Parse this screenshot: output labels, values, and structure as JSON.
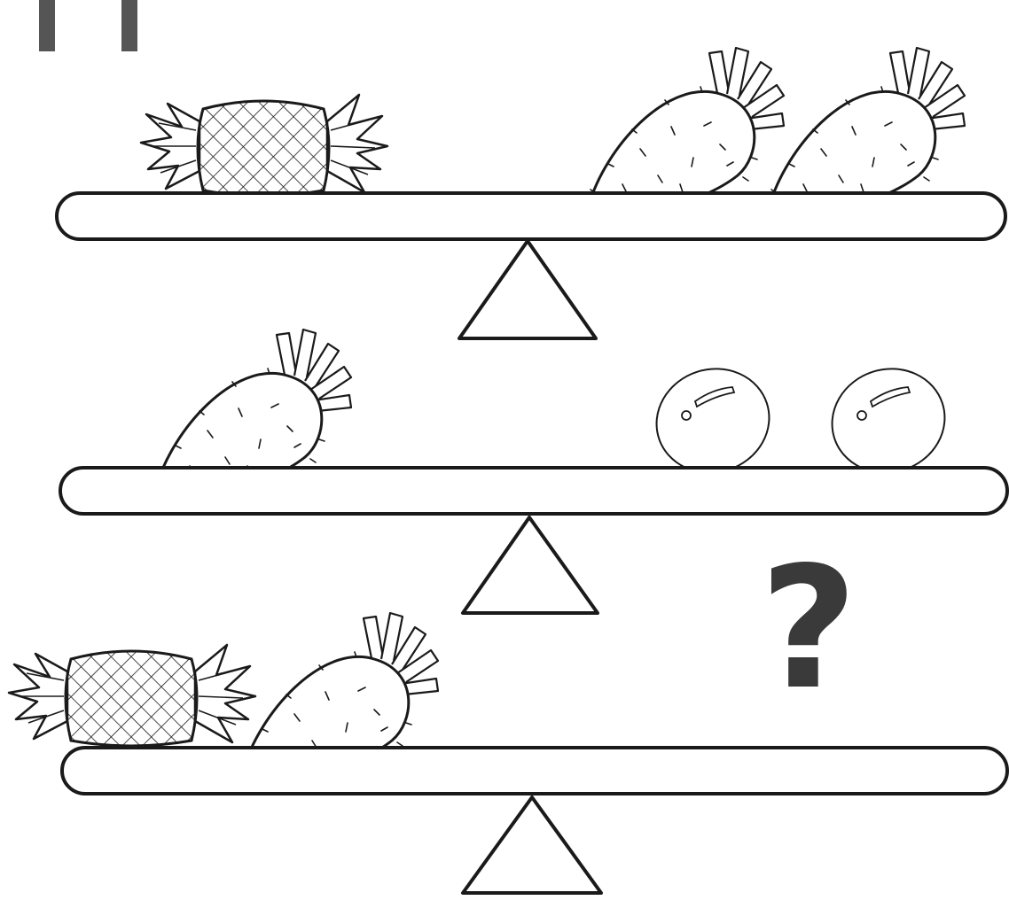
{
  "puzzle_marker": "?",
  "colors": {
    "ink": "#1a1a1a",
    "question": "#3a3a3a",
    "corner_bars": "#555555"
  },
  "scales": [
    {
      "id": "scale-1",
      "left_pan": [
        "pineapple-candy"
      ],
      "right_pan": [
        "carrot",
        "carrot"
      ]
    },
    {
      "id": "scale-2",
      "left_pan": [
        "carrot"
      ],
      "right_pan": [
        "egg",
        "egg"
      ]
    },
    {
      "id": "scale-3",
      "left_pan": [
        "pineapple-candy",
        "carrot"
      ],
      "right_pan": [
        "unknown"
      ]
    }
  ]
}
